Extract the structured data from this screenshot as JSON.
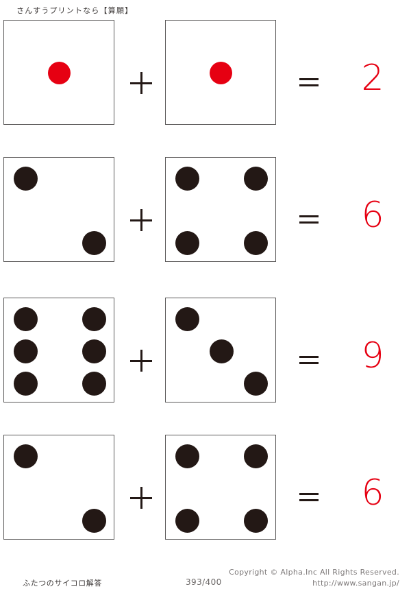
{
  "header": {
    "title": "さんすうプリントなら【算願】"
  },
  "colors": {
    "pip_dark": "#231815",
    "pip_red": "#e60012",
    "answer_red": "#e60012",
    "die_border": "#595757",
    "background": "#ffffff"
  },
  "operators": {
    "plus": "+",
    "equals": "="
  },
  "problems": [
    {
      "index": 1,
      "left_die": {
        "value": 1,
        "pip_color": "red",
        "pips": [
          "p-mc"
        ]
      },
      "right_die": {
        "value": 1,
        "pip_color": "red",
        "pips": [
          "p-mc"
        ]
      },
      "operator": "+",
      "equals": "=",
      "answer": "2"
    },
    {
      "index": 2,
      "left_die": {
        "value": 2,
        "pip_color": "dark",
        "pips": [
          "p-tl",
          "p-br"
        ]
      },
      "right_die": {
        "value": 4,
        "pip_color": "dark",
        "pips": [
          "p-tl",
          "p-tr",
          "p-bl",
          "p-br"
        ]
      },
      "operator": "+",
      "equals": "=",
      "answer": "6"
    },
    {
      "index": 3,
      "left_die": {
        "value": 6,
        "pip_color": "dark",
        "pips": [
          "p-tl",
          "p-tr",
          "p-ml",
          "p-mr",
          "p-bl",
          "p-br"
        ]
      },
      "right_die": {
        "value": 3,
        "pip_color": "dark",
        "pips": [
          "p-tl",
          "p-mc",
          "p-br"
        ]
      },
      "operator": "+",
      "equals": "=",
      "answer": "9"
    },
    {
      "index": 4,
      "left_die": {
        "value": 2,
        "pip_color": "dark",
        "pips": [
          "p-tl",
          "p-br"
        ]
      },
      "right_die": {
        "value": 4,
        "pip_color": "dark",
        "pips": [
          "p-tl",
          "p-tr",
          "p-bl",
          "p-br"
        ]
      },
      "operator": "+",
      "equals": "=",
      "answer": "6"
    }
  ],
  "footer": {
    "sheet_title": "ふたつのサイコロ解答",
    "page_number": "393/400",
    "copyright": "Copyright ©  Alpha.Inc All Rights Reserved.",
    "url": "http://www.sangan.jp/"
  }
}
